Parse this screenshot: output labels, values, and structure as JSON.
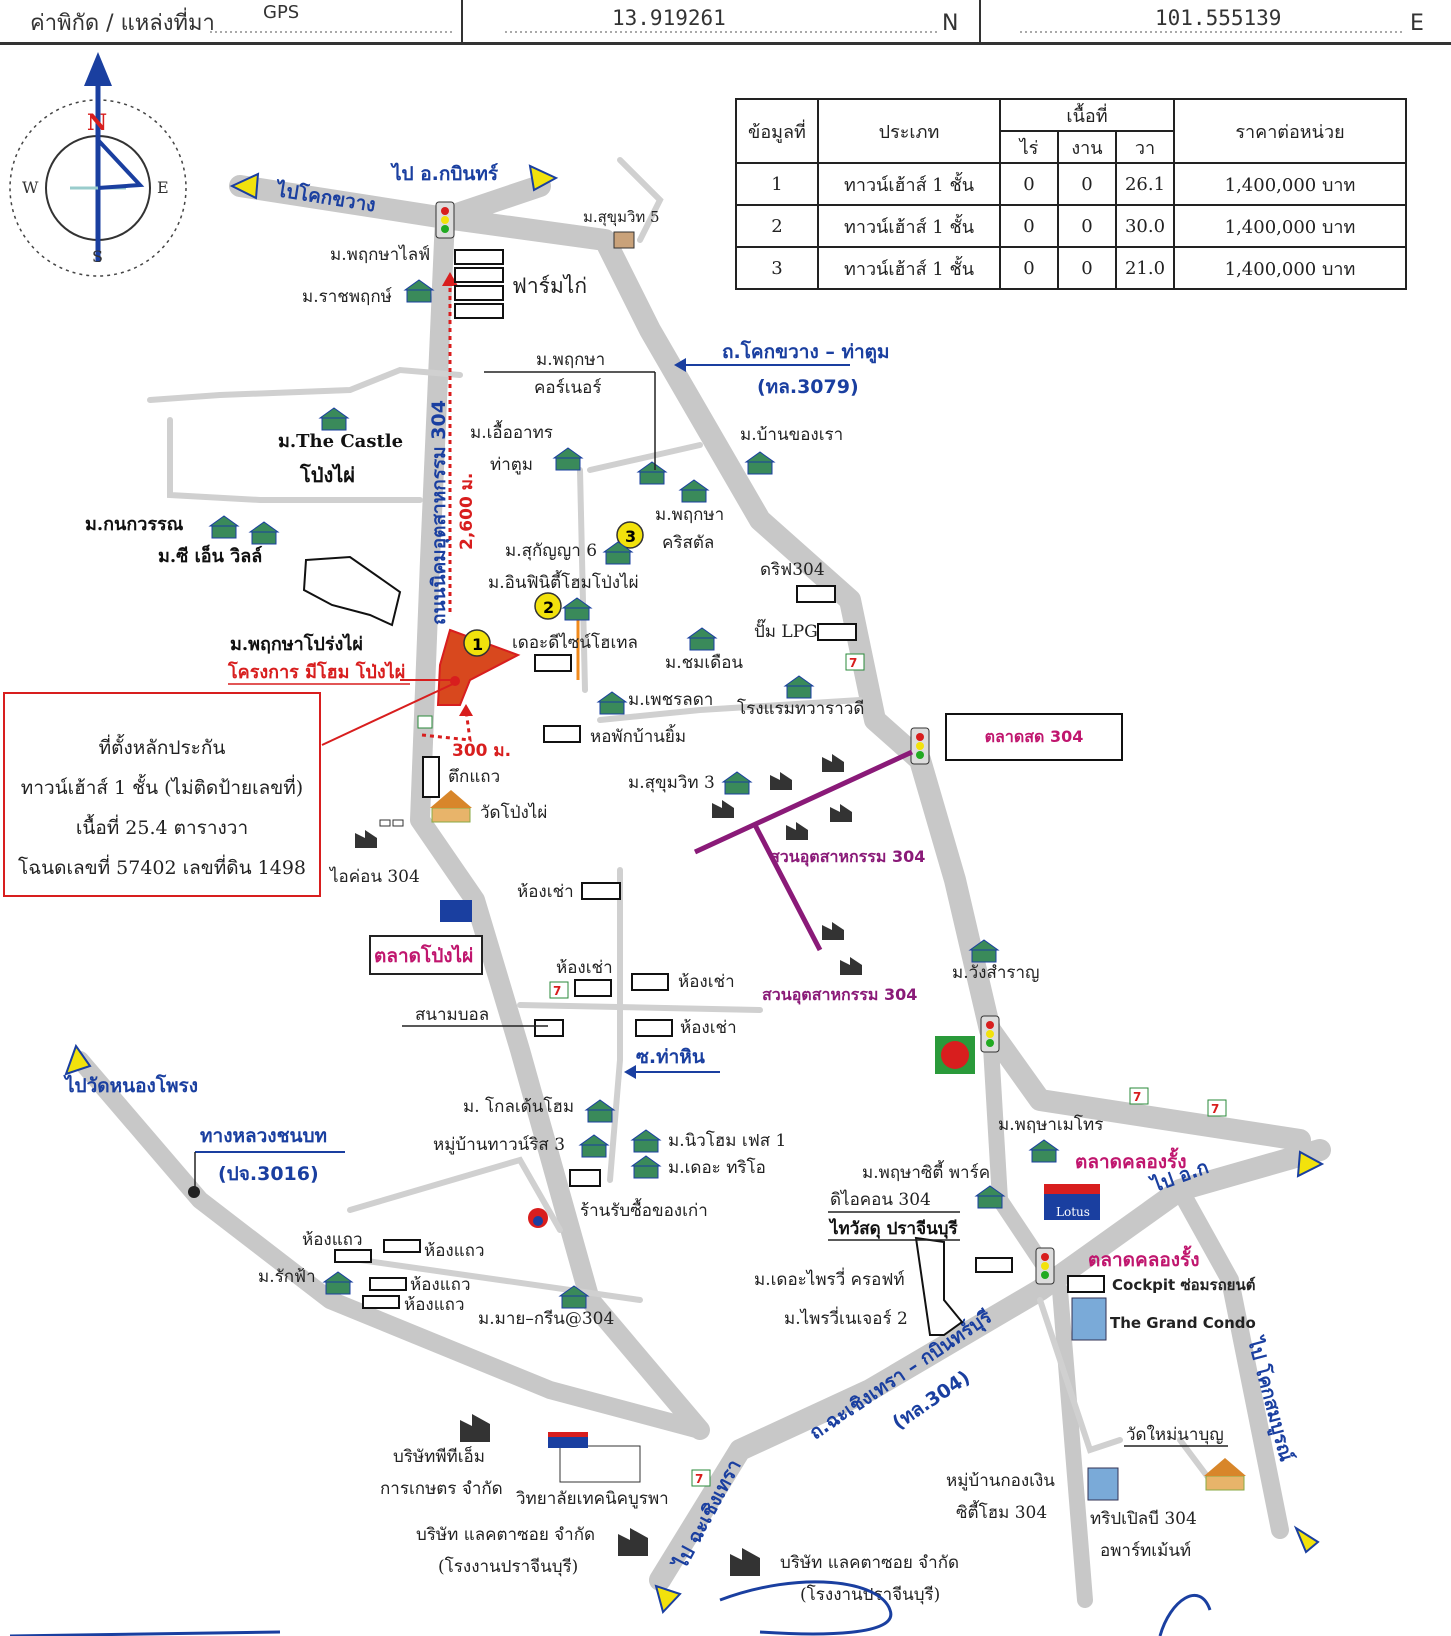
{
  "header": {
    "coord_label": "ค่าพิกัด / แหล่งที่มา",
    "source": "GPS",
    "latitude": "13.919261",
    "lat_suffix": "N",
    "longitude": "101.555139",
    "lon_suffix": "E"
  },
  "compass": {
    "n": "N",
    "s": "S",
    "e": "E",
    "w": "W"
  },
  "table": {
    "col_no": "ข้อมูลที่",
    "col_type": "ประเภท",
    "col_area": "เนื้อที่",
    "col_rai": "ไร่",
    "col_ngan": "งาน",
    "col_wa": "วา",
    "col_price": "ราคาต่อหน่วย",
    "rows": [
      {
        "no": "1",
        "type": "ทาวน์เฮ้าส์ 1 ชั้น",
        "rai": "0",
        "ngan": "0",
        "wa": "26.1",
        "price": "1,400,000 บาท"
      },
      {
        "no": "2",
        "type": "ทาวน์เฮ้าส์ 1 ชั้น",
        "rai": "0",
        "ngan": "0",
        "wa": "30.0",
        "price": "1,400,000 บาท"
      },
      {
        "no": "3",
        "type": "ทาวน์เฮ้าส์ 1 ชั้น",
        "rai": "0",
        "ngan": "0",
        "wa": "21.0",
        "price": "1,400,000 บาท"
      }
    ]
  },
  "info_box": {
    "line1": "ที่ตั้งหลักประกัน",
    "line2": "ทาวน์เฮ้าส์ 1 ชั้น (ไม่ติดป้ายเลขที่)",
    "line3": "เนื้อที่ 25.4 ตารางวา",
    "line4": "โฉนดเลขที่ 57402 เลขที่ดิน 1498"
  },
  "market_box": "ตลาดสด 304",
  "directions": {
    "to_kokkhwang": "ไปโคกขวาง",
    "to_kabin": "ไป อ.กบินทร์",
    "to_wat_nongphrong": "ไปวัดหนองโพรง",
    "to_a": "ไป อ.ก",
    "to_chachoengsao": "ไป ฉะเชิงเทรา",
    "to_khoksam": "ไป โคกสมบูรณ์"
  },
  "roads": {
    "kokkhwang_thatum": "ถ.โคกขวาง – ท่าตูม",
    "tl3079": "(ทล.3079)",
    "industrial_road": "ถนนนิคมอุตสาหกรรม 304",
    "distance_2600": "2,600 ม.",
    "distance_300": "300 ม.",
    "rural_road": "ทางหลวงชนบท",
    "pj3016": "(ปจ.3016)",
    "soi_thahin": "ซ.ท่าหิน",
    "chachoengsao_kabin": "ถ.ฉะเชิงเทรา – กบินทร์บุรี",
    "tl304": "(ทล.304)"
  },
  "places": {
    "sukhumvit5": "ม.สุขุมวิท 5",
    "pruksa_life": "ม.พฤกษาไลฟ์",
    "ratchapruk": "ม.ราชพฤกษ์",
    "chicken_farm": "ฟาร์มไก่",
    "pruksa_corner_1": "ม.พฤกษา",
    "pruksa_corner_2": "คอร์เนอร์",
    "the_castle_1": "ม.The Castle",
    "the_castle_2": "โป่งไผ่",
    "ueaarthorn_1": "ม.เอื้ออาทร",
    "ueaarthorn_2": "ท่าตูม",
    "ban_khong_rao": "ม.บ้านของเรา",
    "pruksa_crystal_1": "ม.พฤกษา",
    "pruksa_crystal_2": "คริสตัล",
    "kanokwan": "ม.กนกวรรณ",
    "cn_villa": "ม.ซี เอ็น วิลล์",
    "sukanya6": "ม.สุกัญญา 6",
    "infinity_home": "ม.อินฟินิตี้โฮมโป่งไผ่",
    "drive304": "ดริฟ304",
    "lpg": "ปั๊ม LPG",
    "pruksa_pongphai": "ม.พฤกษาโปร่งไผ่",
    "project_mihome": "โครงการ มีโฮม โป่งไผ่",
    "the_design_hotel": "เดอะดีไซน์โฮเทล",
    "chomduean": "ม.ชมเดือน",
    "phetcharada": "ม.เพชรลดา",
    "thawarawadi_hotel": "โรงแรมทวาราวดี",
    "dorm_banyim": "หอพักบ้านยิ้ม",
    "shophouse": "ตึกแถว",
    "wat_pongphai": "วัดโป่งไผ่",
    "sukhumvit3": "ม.สุขุมวิท 3",
    "icon304": "ไอค่อน 304",
    "industrial_park_1": "สวนอุตสาหกรรม 304",
    "industrial_park_2": "สวนอุตสาหกรรม 304",
    "room_rent_1": "ห้องเช่า",
    "room_rent_2": "ห้องเช่า",
    "room_rent_3": "ห้องเช่า",
    "room_rent_4": "ห้องเช่า",
    "market_pongphai": "ตลาดโป่งไผ่",
    "wang_samran": "ม.วังสำราญ",
    "football": "สนามบอล",
    "golden_home": "ม. โกลเด้นโฮม",
    "townrist3": "หมู่บ้านทาวน์ริส 3",
    "new_home_phase1": "ม.นิวโฮม เฟส 1",
    "the_trio": "ม.เดอะ ทริโอ",
    "pruksa_meachot": "ม.พฤษาเมโทร",
    "khlong_rang_1": "ตลาดคลองรั้ง",
    "khlong_rang_2": "ตลาดคลองรั้ง",
    "pruksa_city_park": "ม.พฤษาซิตี้ พาร์ค",
    "dicon304": "ดิไอคอน 304",
    "thaiwatsadu": "ไทวัสดุ ปราจีนบุรี",
    "tesco_lotus": "Lotus",
    "junk_shop": "ร้านรับซื้อของเก่า",
    "cockpit": "Cockpit ซ่อมรถยนต์",
    "grand_condo": "The Grand Condo",
    "row_house_1": "ห้องแถว",
    "row_house_2": "ห้องแถว",
    "row_house_3": "ห้องแถว",
    "row_house_4": "ห้องแถว",
    "rakfa": "ม.รักฟ้า",
    "my_green": "ม.มาย–กรีน@304",
    "the_prairie_croft": "ม.เดอะไพรวี่ ครอฟท์",
    "prairie_nature2": "ม.ไพรวี่เนเจอร์ 2",
    "ptm_1": "บริษัทพีทีเอ็ม",
    "ptm_2": "การเกษตร จำกัด",
    "eastern_tech": "วิทยาลัยเทคนิคบูรพา",
    "lactasoy_1a": "บริษัท แลคตาซอย จำกัด",
    "lactasoy_1b": "(โรงงานปราจีนบุรี)",
    "lactasoy_2a": "บริษัท แลคตาซอย จำกัด",
    "lactasoy_2b": "(โรงงานปราจีนบุรี)",
    "kongngern_1": "หมู่บ้านกองเงิน",
    "kongngern_2": "ซิตี้โฮม 304",
    "triple_b_1": "ทริปเปิลบี 304",
    "triple_b_2": "อพาร์ทเม้นท์",
    "wat_mai_naboon": "วัดใหม่นาบุญ"
  },
  "markers": {
    "m1": "1",
    "m2": "2",
    "m3": "3"
  },
  "colors": {
    "road": "#c8c8c8",
    "blue": "#1a3fa0",
    "red": "#d81e1e",
    "magenta": "#c0166e",
    "purple": "#8a1a78",
    "marker": "#f2e20c"
  }
}
